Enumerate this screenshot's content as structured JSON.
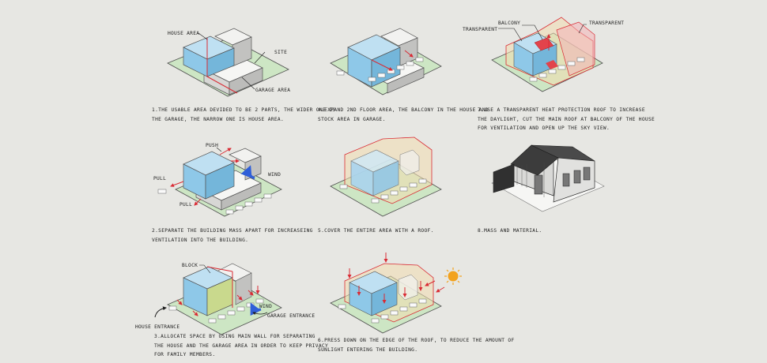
{
  "colors": {
    "background": "#e7e7e3",
    "house_blue": "#8ec8e8",
    "site_green": "#cde6c4",
    "accent_red": "#d92b34",
    "wind_blue": "#2f5fd8",
    "sun": "#f2a21e",
    "block_green": "#c9d98d"
  },
  "labels": {
    "house_area": "HOUSE AREA",
    "site": "SITE",
    "garage_area": "GARAGE AREA",
    "balcony": "BALCONY",
    "transparent_left": "TRANSPARENT",
    "transparent_right": "TRANSPARENT",
    "push": "PUSH",
    "pull_left": "PULL",
    "pull_bottom": "PULL",
    "wind_2": "WIND",
    "block": "BLOCK",
    "wind_3": "WIND",
    "garage_entrance": "GARAGE ENTRANCE",
    "house_entrance": "HOUSE ENTRANCE"
  },
  "captions": {
    "c1": [
      "1.THE USABLE AREA DEVIDED TO BE 2 PARTS, THE WIDER ONE IS",
      "THE GARAGE, THE NARROW ONE IS HOUSE AREA."
    ],
    "c2": [
      "2.SEPARATE THE BUILDING MASS APART FOR INCREASEING",
      "VENTILATION INTO THE BUILDING."
    ],
    "c3": [
      "3.ALLOCATE SPACE BY USING MAIN WALL FOR SEPARATING",
      "THE HOUSE AND THE GARAGE AREA IN ORDER TO KEEP PRIVACY",
      "FOR FAMILY MEMBERS."
    ],
    "c4": [
      "4.EXPAND 2ND FLOOR AREA, THE BALCONY IN THE HOUSE AND",
      "STOCK AREA IN GARAGE."
    ],
    "c5": [
      "5.COVER THE ENTIRE AREA WITH A ROOF."
    ],
    "c6": [
      "6.PRESS DOWN ON THE EDGE OF THE ROOF, TO REDUCE THE AMOUNT OF",
      "SUNLIGHT ENTERING THE BUILDING."
    ],
    "c7": [
      "7.USE A TRANSPARENT HEAT PROTECTION ROOF TO INCREASE",
      "THE DAYLIGHT, CUT THE MAIN ROOF AT BALCONY OF THE HOUSE",
      "FOR VENTILATION AND OPEN UP THE SKY VIEW."
    ],
    "c8": [
      "8.MASS AND MATERIAL."
    ]
  }
}
